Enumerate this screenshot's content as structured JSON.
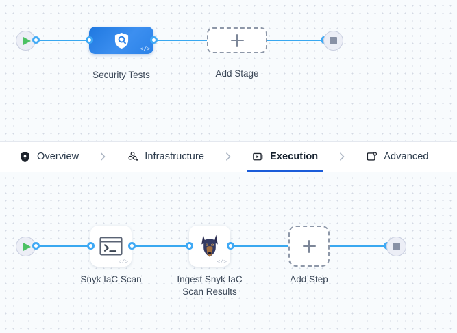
{
  "pipeline": {
    "stages_row": {
      "start_node": {
        "icon": "play-icon",
        "label": ""
      },
      "end_node": {
        "icon": "stop-square-icon",
        "label": ""
      },
      "nodes": [
        {
          "id": "security-tests",
          "label": "Security Tests",
          "icon": "shield-search-icon",
          "badge": "</>",
          "type": "stage",
          "color": "#2b82e8"
        }
      ],
      "add_button": {
        "label": "Add Stage",
        "icon": "plus-icon"
      }
    },
    "steps_row": {
      "start_node": {
        "icon": "play-icon",
        "label": ""
      },
      "end_node": {
        "icon": "stop-square-icon",
        "label": ""
      },
      "nodes": [
        {
          "id": "snyk-iac-scan",
          "label": "Snyk IaC Scan",
          "icon": "terminal-icon",
          "badge": "</>",
          "type": "step"
        },
        {
          "id": "ingest-snyk-iac-scan-results",
          "label": "Ingest Snyk IaC\nScan Results",
          "icon": "snyk-doberman-icon",
          "badge": "</>",
          "type": "step"
        }
      ],
      "add_button": {
        "label": "Add Step",
        "icon": "plus-icon"
      }
    }
  },
  "tabs": {
    "active": "Execution",
    "items": [
      {
        "label": "Overview",
        "icon": "shield-filled-icon",
        "active": false
      },
      {
        "label": "Infrastructure",
        "icon": "nodes-cluster-icon",
        "active": false
      },
      {
        "label": "Execution",
        "icon": "play-frame-icon",
        "active": true
      },
      {
        "label": "Advanced",
        "icon": "window-gear-icon",
        "active": false
      }
    ],
    "separator_icon": "chevron-right-icon"
  },
  "colors": {
    "accent_blue": "#1b5cd9",
    "wire_blue": "#39a8f0",
    "port_blue": "#3fa9f5",
    "stage_blue": "#2b82e8",
    "start_green": "#4cc163",
    "stop_gray": "#8891a5",
    "canvas_bg": "#f8fbfd",
    "dot_grid": "#d3d9e4"
  }
}
